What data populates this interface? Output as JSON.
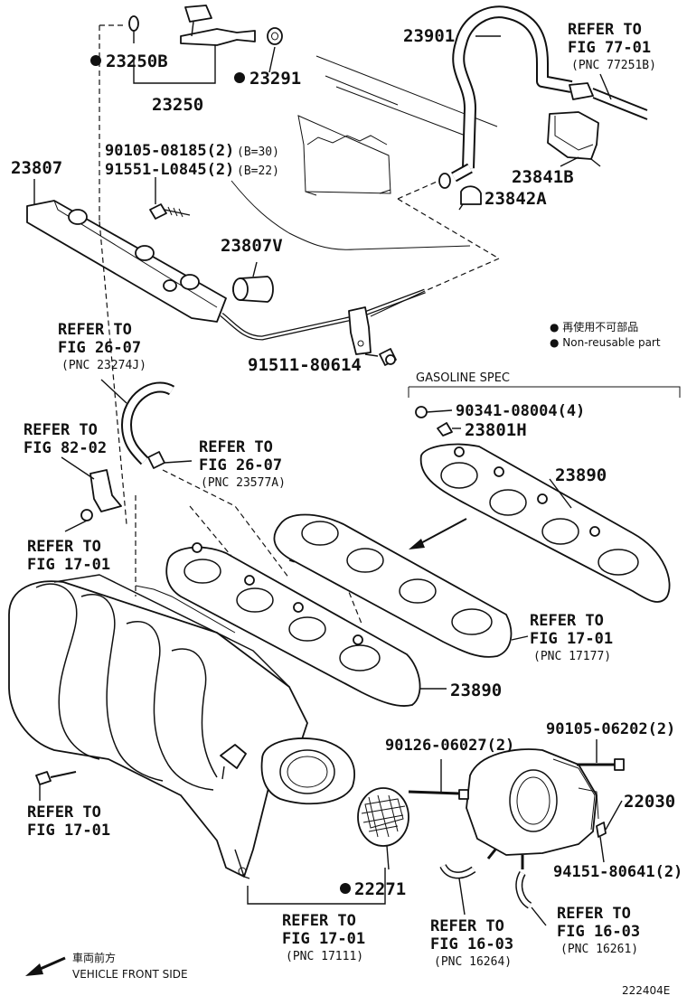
{
  "labels": {
    "p23250b": "23250B",
    "p23250": "23250",
    "p23291": "23291",
    "p23901": "23901",
    "ref77_1": "REFER TO",
    "ref77_2": "FIG 77-01",
    "ref77_3": "(PNC 77251B)",
    "bolt1": "90105-08185(2)",
    "bolt1_note": "(B=30)",
    "bolt2": "91551-L0845(2)",
    "bolt2_note": "(B=22)",
    "p23807": "23807",
    "p23841b": "23841B",
    "p23842a": "23842A",
    "p23807v": "23807V",
    "ref2607a_1": "REFER TO",
    "ref2607a_2": "FIG 26-07",
    "ref2607a_3": "(PNC 23274J)",
    "legend_jp": "● 再使用不可部品",
    "legend_en": "● Non-reusable part",
    "p91511": "91511-80614",
    "gasoline_spec": "GASOLINE SPEC",
    "ref8202_1": "REFER TO",
    "ref8202_2": "FIG 82-02",
    "ref2607b_1": "REFER TO",
    "ref2607b_2": "FIG 26-07",
    "ref2607b_3": "(PNC 23577A)",
    "p90341": "90341-08004(4)",
    "p23801h": "23801H",
    "p23890a": "23890",
    "ref1701a_1": "REFER TO",
    "ref1701a_2": "FIG 17-01",
    "ref1701b_1": "REFER TO",
    "ref1701b_2": "FIG 17-01",
    "ref1701b_3": "(PNC 17177)",
    "p23890b": "23890",
    "p90126": "90126-06027(2)",
    "p90105b": "90105-06202(2)",
    "p22030": "22030",
    "ref1701c_1": "REFER TO",
    "ref1701c_2": "FIG 17-01",
    "p94151": "94151-80641(2)",
    "p22271": "22271",
    "ref1701d_1": "REFER TO",
    "ref1701d_2": "FIG 17-01",
    "ref1701d_3": "(PNC 17111)",
    "ref1603a_1": "REFER TO",
    "ref1603a_2": "FIG 16-03",
    "ref1603a_3": "(PNC 16264)",
    "ref1603b_1": "REFER TO",
    "ref1603b_2": "FIG 16-03",
    "ref1603b_3": "(PNC 16261)",
    "front_jp": "車両前方",
    "front_en": "VEHICLE FRONT SIDE",
    "diagram_id": "222404E"
  }
}
